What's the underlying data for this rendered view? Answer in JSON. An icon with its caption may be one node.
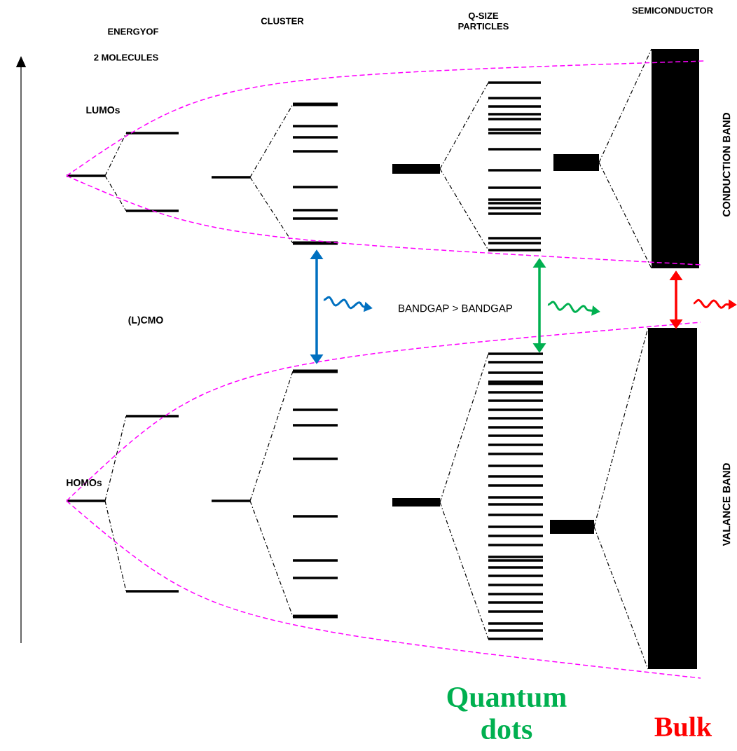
{
  "diagram": {
    "labels": [
      "ENERGYOF",
      "CLUSTER",
      "Q-SIZE PARTICLES",
      "SEMICONDUCTOR",
      "2 MOLECULES",
      "LUMOs",
      "CONDUCTION BAND",
      "BANDGAP > BANDGAP",
      "(L)CMO",
      "HOMOs",
      "VALANCE BAND",
      "Quantum dots",
      "Bulk"
    ]
  }
}
